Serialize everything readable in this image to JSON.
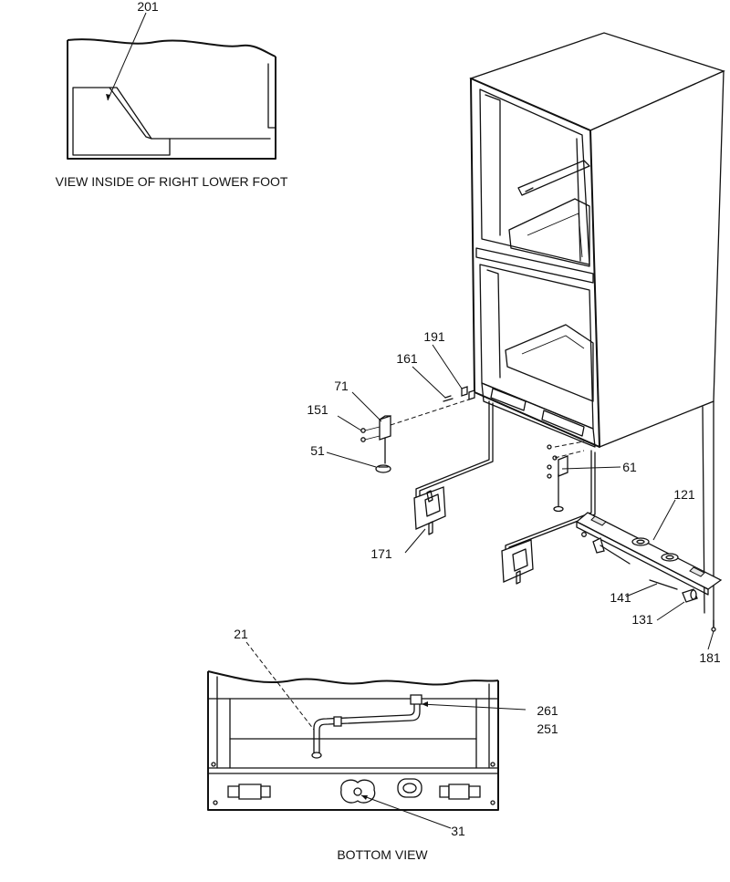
{
  "captions": {
    "foot_view": "VIEW INSIDE OF RIGHT LOWER FOOT",
    "bottom_view": "BOTTOM VIEW"
  },
  "parts": {
    "p201": "201",
    "p191": "191",
    "p161": "161",
    "p71": "71",
    "p151": "151",
    "p51": "51",
    "p61": "61",
    "p171": "171",
    "p121": "121",
    "p141": "141",
    "p131": "131",
    "p181": "181",
    "p21": "21",
    "p261": "261",
    "p251": "251",
    "p31": "31"
  }
}
